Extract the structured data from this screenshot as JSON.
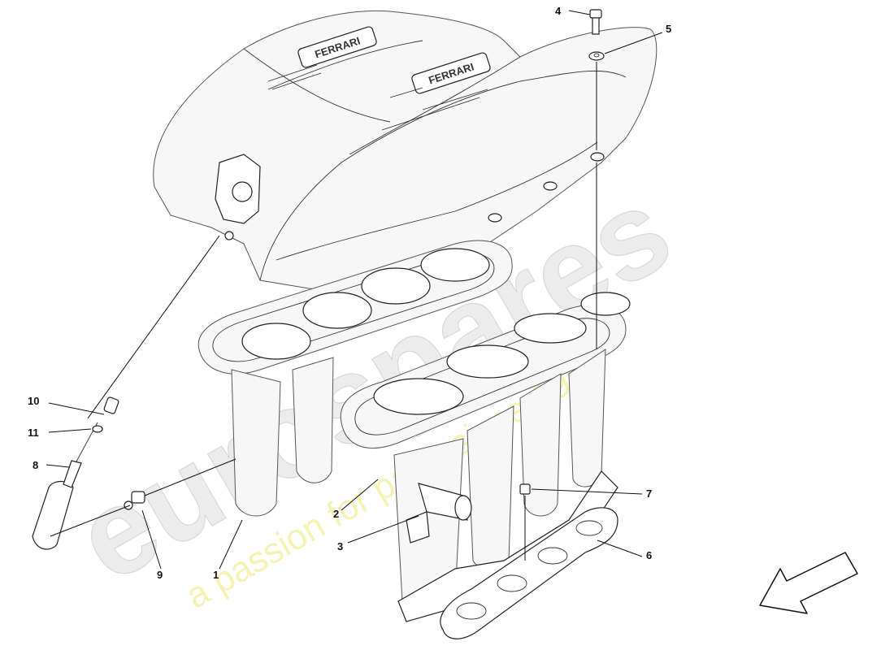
{
  "watermark": {
    "brand": "eurospares",
    "tagline": "a passion for parts since 1985"
  },
  "callouts": [
    {
      "id": "1",
      "label": "1"
    },
    {
      "id": "2",
      "label": "2"
    },
    {
      "id": "3",
      "label": "3"
    },
    {
      "id": "4",
      "label": "4"
    },
    {
      "id": "5",
      "label": "5"
    },
    {
      "id": "6",
      "label": "6"
    },
    {
      "id": "7",
      "label": "7"
    },
    {
      "id": "8",
      "label": "8"
    },
    {
      "id": "9",
      "label": "9"
    },
    {
      "id": "10",
      "label": "10"
    },
    {
      "id": "11",
      "label": "11"
    }
  ],
  "cover_emblem": "FERRARI",
  "direction_arrow": "front-arrow-icon"
}
